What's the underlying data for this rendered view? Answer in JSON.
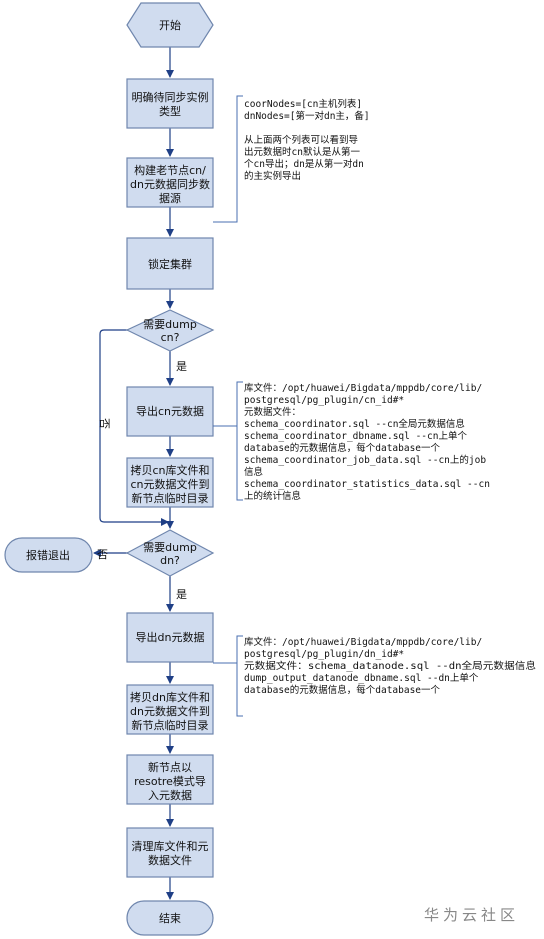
{
  "nodes": {
    "start": "开始",
    "determine_type": [
      "明确待同步实例",
      "类型"
    ],
    "build_source": [
      "构建老节点cn/",
      "dn元数据同步数",
      "据源"
    ],
    "lock_cluster": "锁定集群",
    "need_dump_cn": [
      "需要dump",
      "cn?"
    ],
    "export_cn": "导出cn元数据",
    "copy_cn": [
      "拷贝cn库文件和",
      "cn元数据文件到",
      "新节点临时目录"
    ],
    "need_dump_dn": [
      "需要dump",
      "dn?"
    ],
    "error_exit": "报错退出",
    "export_dn": "导出dn元数据",
    "copy_dn": [
      "拷贝dn库文件和",
      "dn元数据文件到",
      "新节点临时目录"
    ],
    "restore": [
      "新节点以",
      "resotre模式导",
      "入元数据"
    ],
    "cleanup": [
      "清理库文件和元",
      "数据文件"
    ],
    "end": "结束"
  },
  "edge_labels": {
    "cn_yes": "是",
    "cn_no": "否",
    "dn_yes": "是",
    "dn_no": "否"
  },
  "notes": {
    "source_note": [
      "coorNodes=[cn主机列表]",
      "dnNodes=[第一对dn主，备]",
      "",
      "从上面两个列表可以看到导",
      "出元数据时cn默认是从第一",
      "个cn导出；dn是从第一对dn",
      "的主实例导出"
    ],
    "cn_note": [
      "库文件：/opt/huawei/Bigdata/mppdb/core/lib/",
      "postgresql/pg_plugin/cn_id#*",
      "元数据文件：",
      "schema_coordinator.sql   --cn全局元数据信息",
      "schema_coordinator_dbname.sql   --cn上单个",
      "database的元数据信息，每个database一个",
      "schema_coordinator_job_data.sql   --cn上的job",
      "信息",
      "schema_coordinator_statistics_data.sql   --cn",
      "上的统计信息"
    ],
    "dn_note": [
      "库文件：/opt/huawei/Bigdata/mppdb/core/lib/",
      "postgresql/pg_plugin/dn_id#*",
      "元数据文件：schema_datanode.sql   --dn全局元数据信息",
      "dump_output_datanode_dbname.sql   --dn上单个",
      "database的元数据信息，每个database一个"
    ]
  },
  "watermark": "华为云社区",
  "colors": {
    "node_fill": "#d0dcef",
    "node_stroke": "#6f86ad",
    "arrow": "#1f3f86",
    "note_line": "#4a6fb0"
  }
}
